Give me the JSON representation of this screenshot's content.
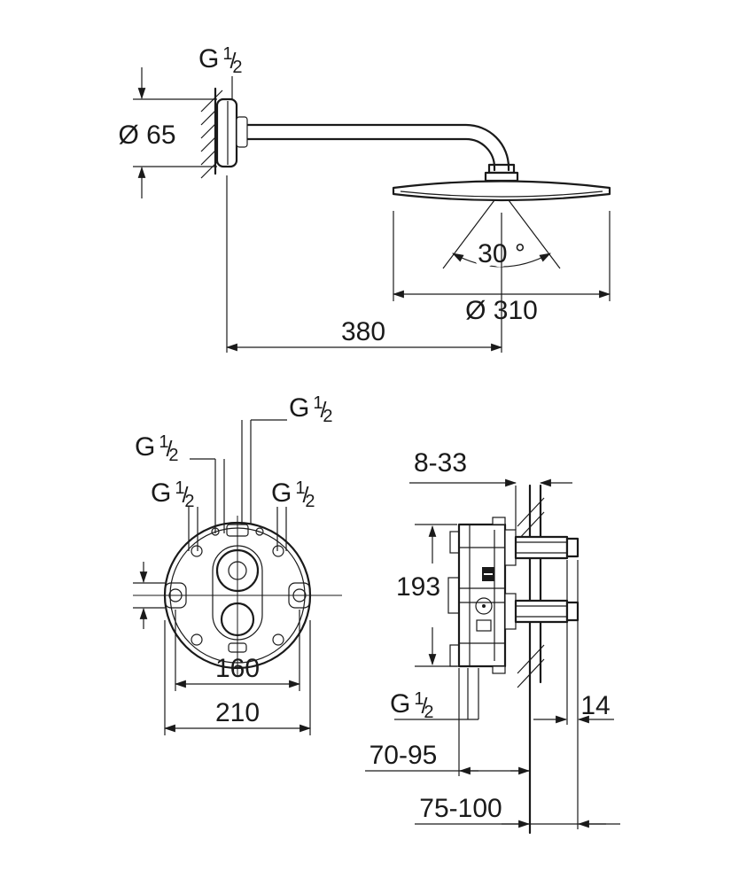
{
  "drawing": {
    "background": "#ffffff",
    "line_color": "#1a1a1a",
    "thread_label": {
      "prefix": "G",
      "sup": "1",
      "slash": "/",
      "sub": "2"
    },
    "shower_view": {
      "escutcheon_diameter": "Ø 65",
      "head_diameter": "Ø 310",
      "arm_projection": "380",
      "spray_angle": "30 °"
    },
    "trim_view": {
      "port_spacing": "160",
      "plate_diameter": "210"
    },
    "valve_view": {
      "wall_depth_range": "8-33",
      "body_height": "193",
      "spindle_length": "14",
      "depth_min_range": "70-95",
      "depth_max_range": "75-100"
    }
  }
}
